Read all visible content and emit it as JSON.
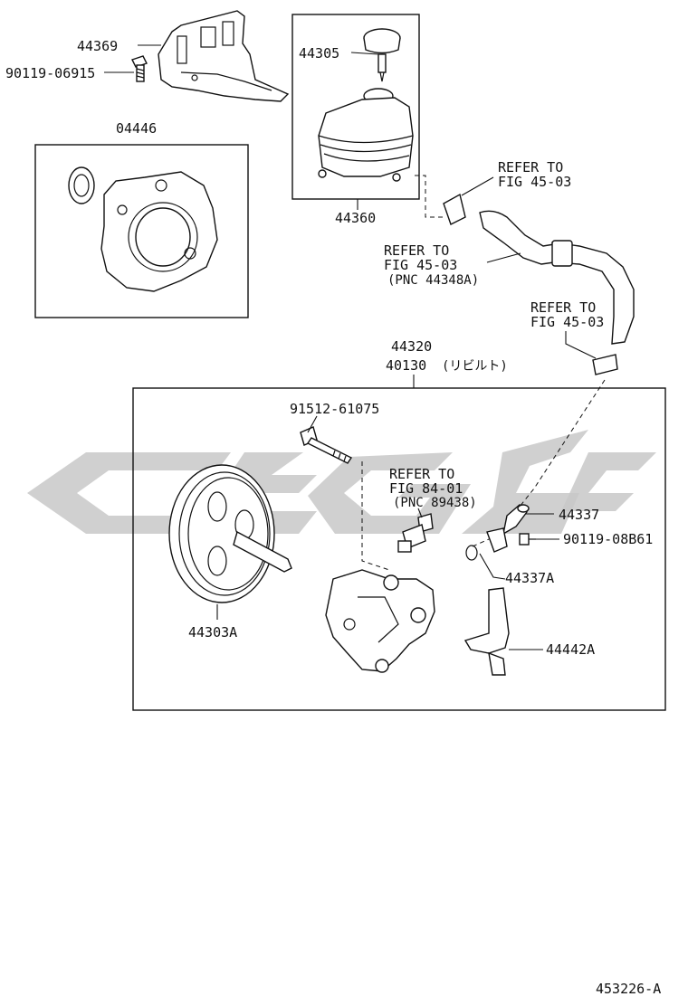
{
  "labels": {
    "p44369": "44369",
    "p9011906915": "90119-06915",
    "p44305": "44305",
    "p04446": "04446",
    "p44360": "44360",
    "refer1_l1": "REFER TO",
    "refer1_l2": "FIG 45-03",
    "refer2_l1": "REFER TO",
    "refer2_l2": "FIG 45-03",
    "refer2_l3": "(PNC 44348A)",
    "refer3_l1": "REFER TO",
    "refer3_l2": "FIG 45-03",
    "p44320": "44320",
    "p40130": "40130",
    "p40130_note": "(リビルト)",
    "p9151261075": "91512-61075",
    "refer4_l1": "REFER TO",
    "refer4_l2": "FIG 84-01",
    "refer4_l3": "(PNC 89438)",
    "p44337": "44337",
    "p9011908B61": "90119-08B61",
    "p44337A": "44337A",
    "p44303A": "44303A",
    "p44442A": "44442A",
    "fig_id": "453226-A"
  },
  "colors": {
    "line": "#111111",
    "watermark": "#c8c8c8",
    "background": "#ffffff"
  }
}
